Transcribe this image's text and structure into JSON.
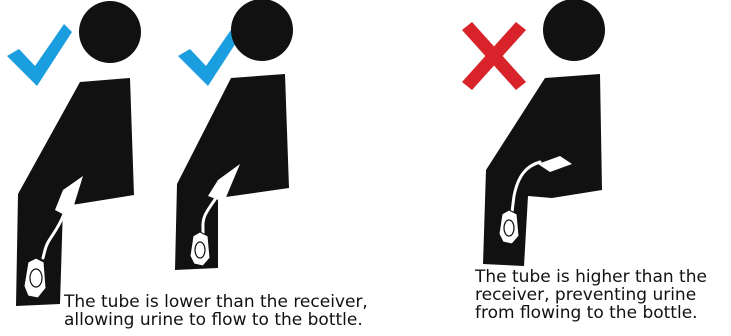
{
  "colors": {
    "figure": "#111111",
    "check": "#1a9ee0",
    "cross": "#d8232a",
    "background": "#ffffff"
  },
  "icons": {
    "correct_marks": [
      "checkmark-icon",
      "checkmark-icon"
    ],
    "incorrect_mark": "cross-icon"
  },
  "captions": {
    "correct": {
      "lines": [
        "The tube is lower than the receiver,",
        "allowing urine to flow to the bottle."
      ]
    },
    "incorrect": {
      "lines": [
        "The tube is higher than the",
        "receiver, preventing urine",
        "from flowing to the bottle."
      ]
    }
  }
}
